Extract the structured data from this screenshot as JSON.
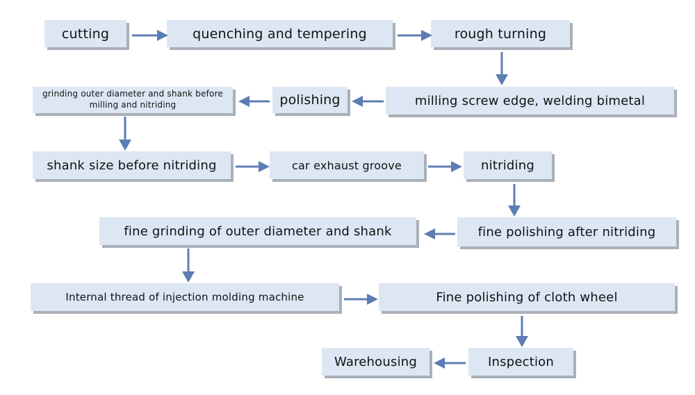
{
  "steps": [
    "cutting",
    "quenching and tempering",
    "rough turning",
    "milling screw edge, welding bimetal",
    "polishing",
    "grinding outer diameter and shank before milling and nitriding",
    "shank size before nitriding",
    "car exhaust groove",
    "nitriding",
    "fine polishing after nitriding",
    "fine grinding of outer diameter and shank",
    "Internal thread of injection molding machine",
    "Fine polishing of cloth wheel",
    "Inspection",
    "Warehousing"
  ],
  "colors": {
    "box": "#dde7f3",
    "shadow": "#a9b0b8",
    "arrow": "#5b7db3",
    "text": "#111111"
  }
}
